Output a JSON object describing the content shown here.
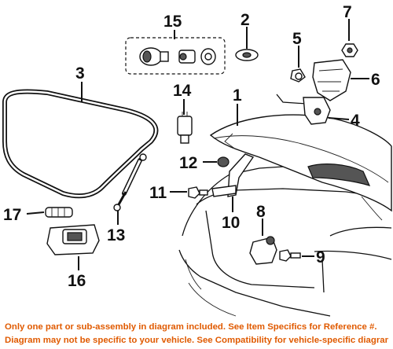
{
  "callouts": {
    "c1": "1",
    "c2": "2",
    "c3": "3",
    "c4": "4",
    "c5": "5",
    "c6": "6",
    "c7": "7",
    "c8": "8",
    "c9": "9",
    "c10": "10",
    "c11": "11",
    "c12": "12",
    "c13": "13",
    "c14": "14",
    "c15": "15",
    "c16": "16",
    "c17": "17"
  },
  "footer": {
    "line1": "Only one part or sub-assembly in diagram included. See Item Specifics for Reference #.",
    "line2": "Diagram may not be specific to your vehicle. See Compatibility for vehicle-specific diagrams."
  },
  "colors": {
    "footer_text": "#e05a00",
    "line_art": "#111111"
  }
}
